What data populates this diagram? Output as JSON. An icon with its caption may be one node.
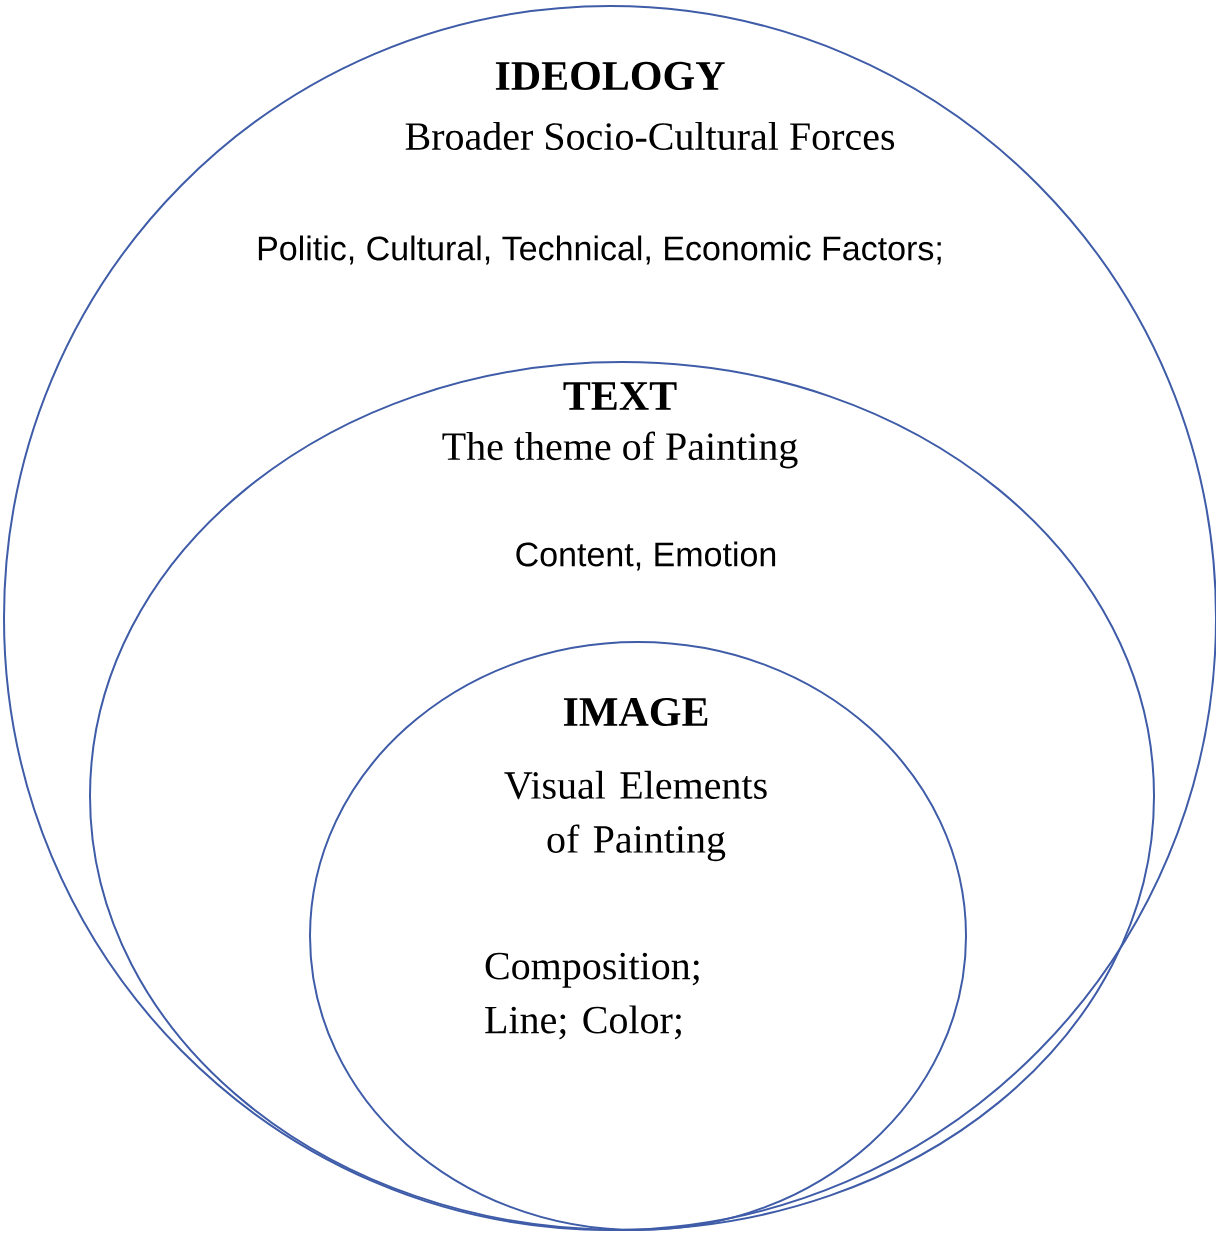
{
  "diagram": {
    "nodes": [
      {
        "text": [
          "IDEOLOGY",
          "Broader Socio-Cultural Forces",
          "Politic, Cultural, Technical, Economic Factors;"
        ]
      },
      {
        "text": [
          "TEXT",
          "The theme of Painting",
          "Content, Emotion"
        ],
        "in": 0
      },
      {
        "text": [
          "IMAGE",
          "Visual Elements of Painting",
          "Composition; Line; Color;"
        ],
        "in": 1
      }
    ]
  }
}
